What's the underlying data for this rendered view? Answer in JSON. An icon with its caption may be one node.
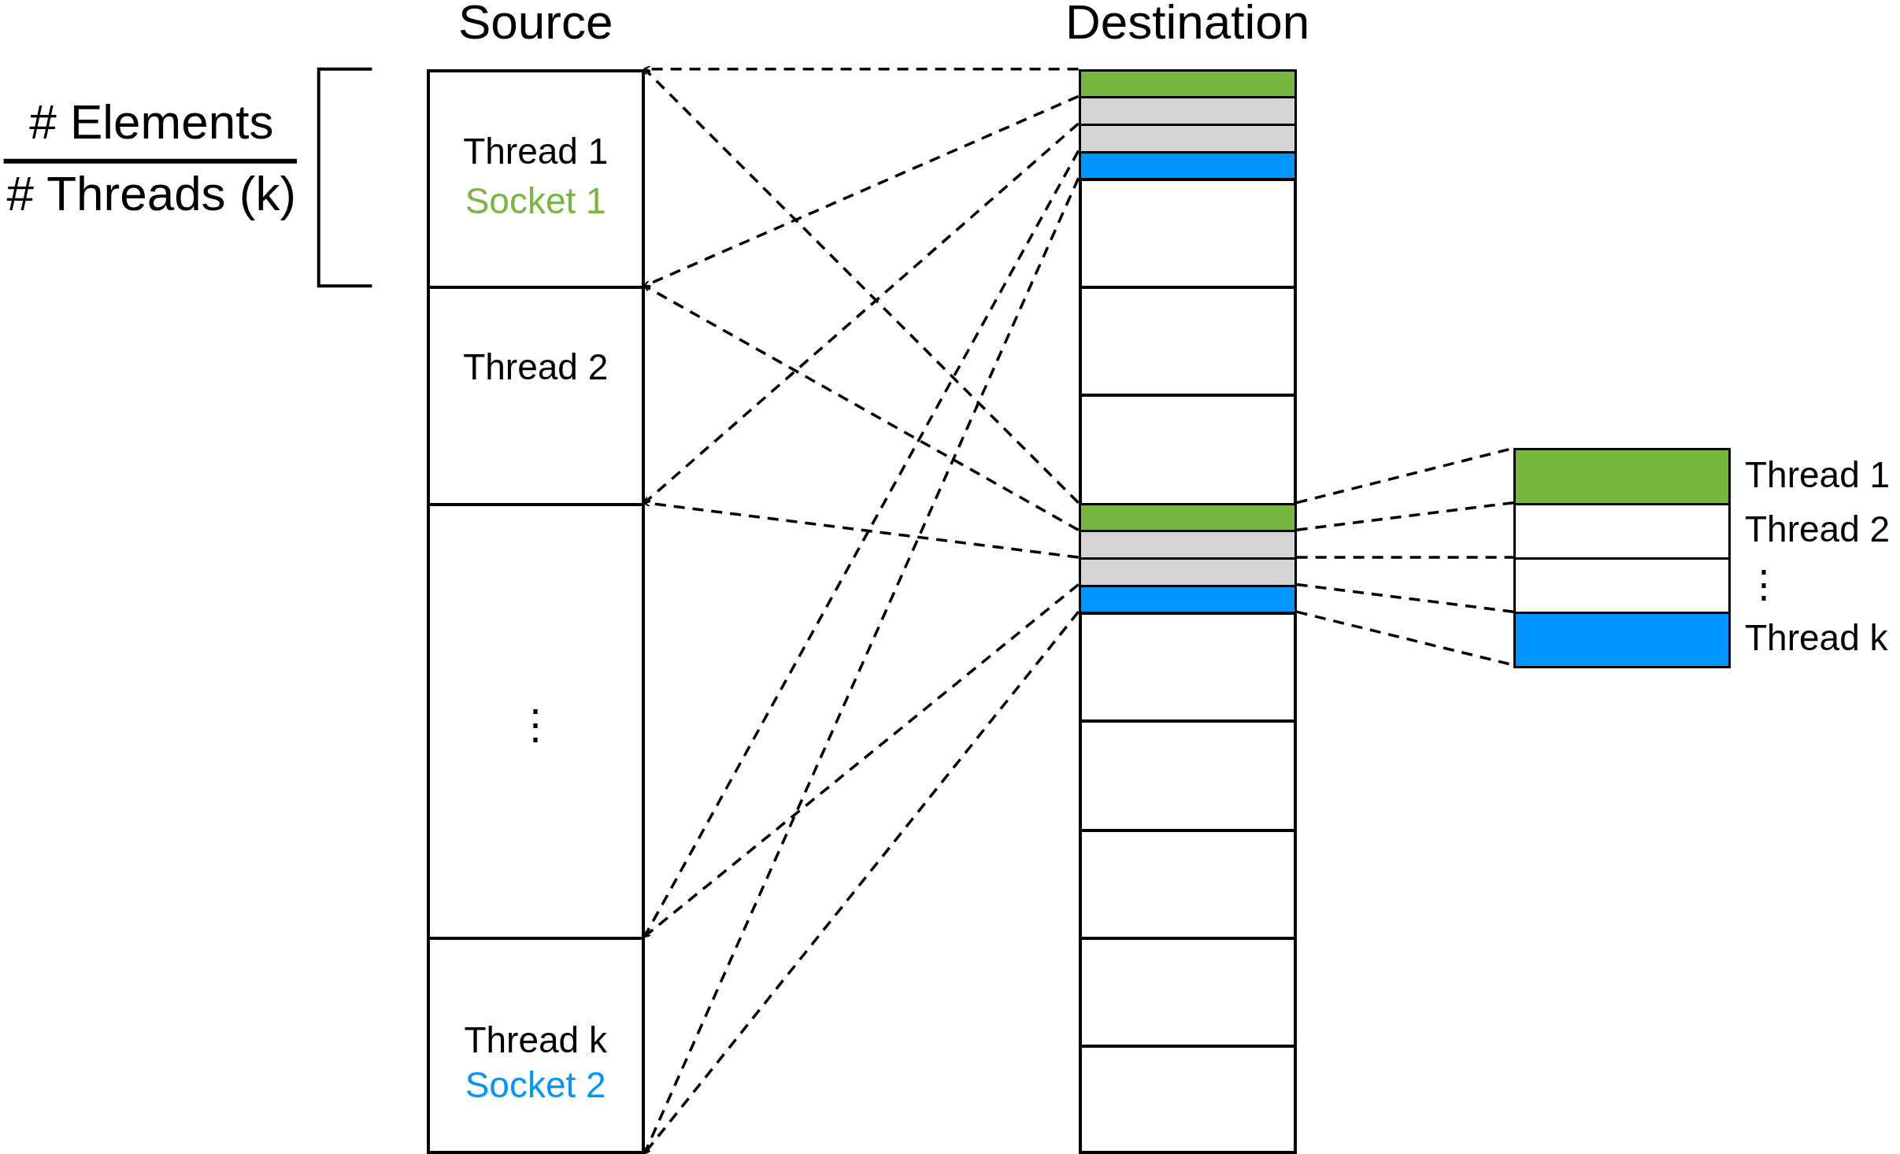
{
  "diagram": {
    "nodes": [
      {
        "text": [
          "Source"
        ]
      },
      {
        "text": [
          "Thread 1",
          "Socket 1"
        ],
        "in": 0
      },
      {
        "text": [
          "Thread 2"
        ],
        "in": 0
      },
      {
        "text": [
          "⋮"
        ],
        "in": 0
      },
      {
        "text": [
          "Thread k",
          "Socket 2"
        ],
        "in": 0
      },
      {
        "text": [
          "Destination"
        ]
      },
      {
        "text": [],
        "shape": "box",
        "in": 5
      },
      {
        "text": [],
        "shape": "bar",
        "in": 6
      },
      {
        "text": [],
        "shape": "bar",
        "in": 6
      },
      {
        "text": [],
        "shape": "bar",
        "in": 6
      },
      {
        "text": [],
        "shape": "bar",
        "in": 6
      },
      {
        "text": [],
        "shape": "box",
        "in": 5
      },
      {
        "text": [],
        "shape": "box",
        "in": 5
      },
      {
        "text": [],
        "shape": "box",
        "in": 5
      },
      {
        "text": [],
        "shape": "box",
        "in": 5
      },
      {
        "text": [],
        "shape": "bar",
        "in": 14
      },
      {
        "text": [],
        "shape": "bar",
        "in": 14
      },
      {
        "text": [],
        "shape": "bar",
        "in": 14
      },
      {
        "text": [],
        "shape": "bar",
        "in": 14
      },
      {
        "text": [],
        "shape": "box",
        "in": 5
      },
      {
        "text": [],
        "shape": "box",
        "in": 5
      },
      {
        "text": [],
        "shape": "box",
        "in": 5
      },
      {
        "text": [],
        "shape": "box",
        "in": 5
      },
      {
        "text": [],
        "shape": "box",
        "in": 5
      },
      {
        "text": [],
        "shape": "bar",
        "beside": [
          "Thread 1"
        ]
      },
      {
        "text": [],
        "shape": "bar",
        "beside": [
          "Thread 2"
        ]
      },
      {
        "text": [],
        "shape": "bar",
        "beside": [
          "⋮"
        ]
      },
      {
        "text": [],
        "shape": "bar",
        "beside": [
          "Thread k"
        ]
      }
    ],
    "edges": [
      {
        "from": 7,
        "to": 1,
        "arrow": "to",
        "style": "dashed"
      },
      {
        "from": 15,
        "to": 1,
        "arrow": "to",
        "style": "dashed"
      },
      {
        "from": 8,
        "to": 2,
        "arrow": "to",
        "style": "dashed"
      },
      {
        "from": 16,
        "to": 2,
        "arrow": "to",
        "style": "dashed"
      },
      {
        "from": 9,
        "to": 3,
        "arrow": "to",
        "style": "dashed"
      },
      {
        "from": 17,
        "to": 3,
        "arrow": "to",
        "style": "dashed"
      },
      {
        "from": 10,
        "to": 4,
        "arrow": "to",
        "style": "dashed"
      },
      {
        "from": 18,
        "to": 4,
        "arrow": "to",
        "style": "dashed"
      },
      {
        "from": 10,
        "to": 4,
        "arrow": "to",
        "style": "dashed"
      },
      {
        "from": 18,
        "to": 4,
        "arrow": "to",
        "style": "dashed"
      },
      {
        "from": 15,
        "to": 24,
        "arrow": "none",
        "style": "dashed"
      },
      {
        "from": 16,
        "to": 25,
        "arrow": "none",
        "style": "dashed"
      },
      {
        "from": 17,
        "to": 26,
        "arrow": "none",
        "style": "dashed"
      },
      {
        "from": 18,
        "to": 27,
        "arrow": "none",
        "style": "dashed"
      },
      {
        "from": 18,
        "to": 27,
        "arrow": "none",
        "style": "dashed"
      }
    ],
    "labels": [
      "# Elements",
      "# Threads (k)"
    ]
  }
}
